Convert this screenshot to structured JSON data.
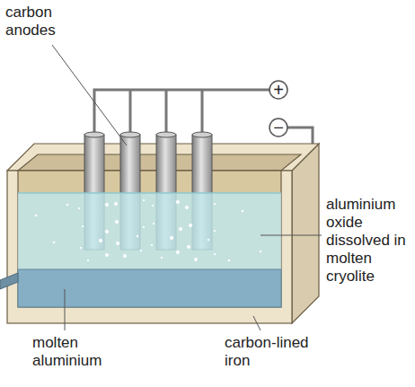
{
  "diagram": {
    "labels": [
      "carbon anodes",
      "+",
      "−",
      "aluminium oxide dissolved in molten cryolite",
      "molten aluminium",
      "carbon-lined iron"
    ]
  }
}
